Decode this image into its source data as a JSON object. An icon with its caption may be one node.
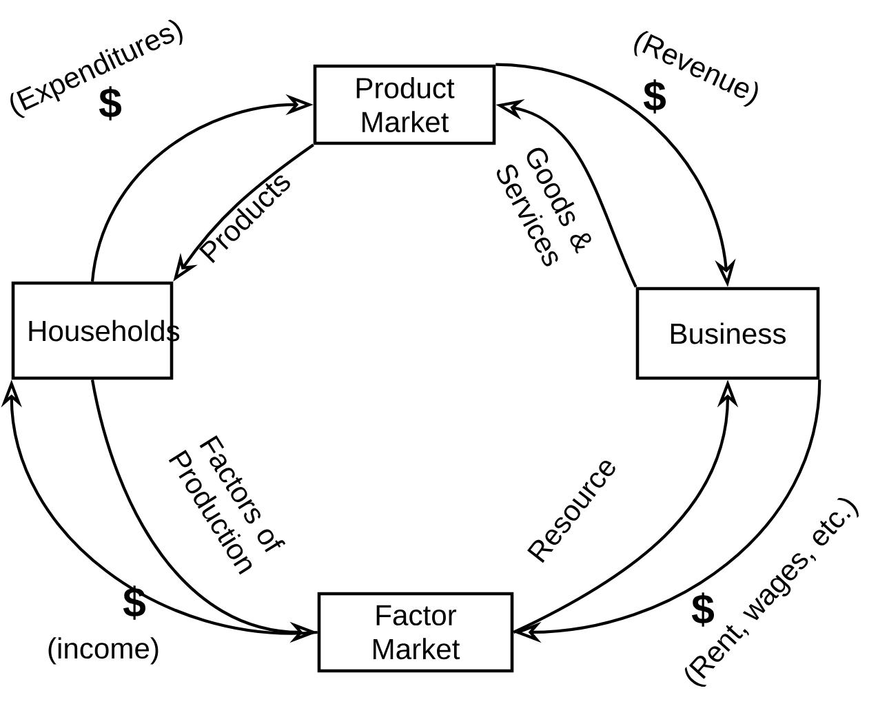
{
  "diagram": {
    "nodes": [
      {
        "text": [
          "Product Market"
        ]
      },
      {
        "text": [
          "Households"
        ]
      },
      {
        "text": [
          "Business"
        ]
      },
      {
        "text": [
          "Factor Market"
        ]
      }
    ],
    "edges": [
      {
        "from": 1,
        "to": 0,
        "arrow": "to",
        "label": "$"
      },
      {
        "from": 0,
        "to": 1,
        "arrow": "to",
        "label": "Products"
      },
      {
        "from": 0,
        "to": 2,
        "arrow": "to",
        "label": "$"
      },
      {
        "from": 2,
        "to": 0,
        "arrow": "to",
        "label": "Goods & Services"
      },
      {
        "from": 1,
        "to": 3,
        "arrow": "to",
        "label": "Factors of Production"
      },
      {
        "from": 3,
        "to": 1,
        "arrow": "to",
        "label": "$"
      },
      {
        "from": 3,
        "to": 2,
        "arrow": "to",
        "label": "Resource"
      },
      {
        "from": 2,
        "to": 3,
        "arrow": "to",
        "label": "$"
      }
    ],
    "labels": [
      "(Expenditures)",
      "(Revenue)",
      "(income)",
      "(Rent, wages, etc.)"
    ]
  }
}
